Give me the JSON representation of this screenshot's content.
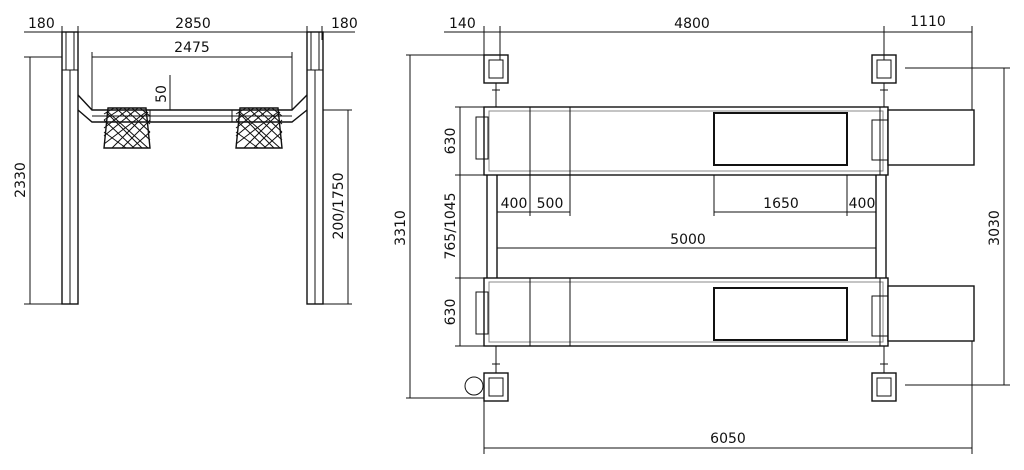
{
  "front_view": {
    "dims": {
      "left_post": "180",
      "span": "2850",
      "right_post": "180",
      "inner_width": "2475",
      "arm_drop": "50",
      "height": "2330",
      "lift_height": "200/1750"
    }
  },
  "top_view": {
    "dims": {
      "left_offset": "140",
      "post_spacing": "4800",
      "right_overhang": "1110",
      "runway_width_top": "630",
      "runway_gap": "765/1045",
      "runway_width_bottom": "630",
      "overall_width": "3310",
      "inner_width": "3030",
      "seg_400_a": "400",
      "seg_500": "500",
      "seg_1650": "1650",
      "seg_400_b": "400",
      "runway_length": "5000",
      "overall_length": "6050"
    }
  }
}
